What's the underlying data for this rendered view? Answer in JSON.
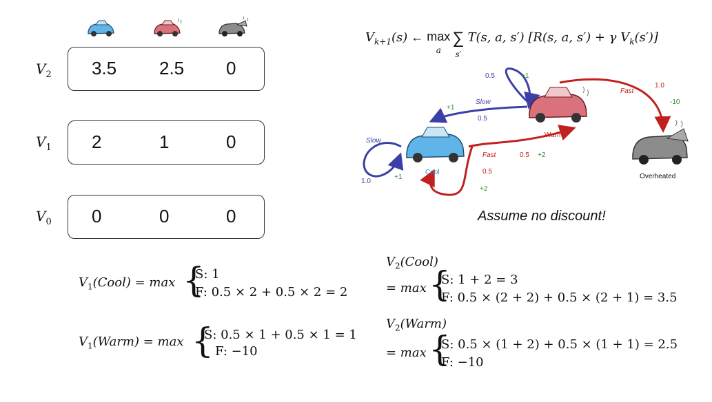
{
  "header_icons": [
    "cool-car-icon",
    "warm-car-icon",
    "overheated-car-icon"
  ],
  "rows": [
    {
      "label_var": "V",
      "label_sub": "2",
      "values": [
        "3.5",
        "2.5",
        "0"
      ]
    },
    {
      "label_var": "V",
      "label_sub": "1",
      "values": [
        "2",
        "1",
        "0"
      ]
    },
    {
      "label_var": "V",
      "label_sub": "0",
      "values": [
        "0",
        "0",
        "0"
      ]
    }
  ],
  "bellman": {
    "lhs": "V",
    "lhs_sub": "k+1",
    "lhs_arg": "(s)",
    "arrow": "←",
    "max": "max",
    "max_sub": "a",
    "sum_sub": "s′",
    "body": "T(s, a, s′) [R(s, a, s′) + γ V",
    "body_sub": "k",
    "body_end": "(s′)]"
  },
  "diagram": {
    "states": {
      "cool": "Cool",
      "warm": "Warm",
      "overheated": "Overheated"
    },
    "actions": {
      "slow": "Slow",
      "fast": "Fast"
    },
    "edges": {
      "cool_slow_prob": "1.0",
      "cool_slow_reward": "+1",
      "cool_fast_prob_warm": "0.5",
      "cool_fast_reward_warm": "+2",
      "cool_fast_prob_cool": "0.5",
      "cool_fast_reward_cool": "+2",
      "warm_slow_prob_warm": "0.5",
      "warm_slow_reward_warm": "+1",
      "warm_slow_prob_cool": "0.5",
      "warm_slow_reward_cool": "+1",
      "warm_fast_prob": "1.0",
      "warm_fast_reward": "-10"
    },
    "colors": {
      "slow": "#3b3fa8",
      "fast": "#c0201e",
      "prob": "#c0201e",
      "reward": "#2e8b2e"
    }
  },
  "note": "Assume no discount!",
  "equations": {
    "v1_cool": {
      "lhs": "V",
      "lhs_sub": "1",
      "lhs_arg": "(Cool) = max",
      "case1": "S: 1",
      "case2": "F: 0.5 × 2 + 0.5 × 2 = 2"
    },
    "v1_warm": {
      "lhs": "V",
      "lhs_sub": "1",
      "lhs_arg": "(Warm) = max",
      "case1": "S: 0.5 × 1 + 0.5 × 1 = 1",
      "case2": "F: −10"
    },
    "v2_cool": {
      "lhs": "V",
      "lhs_sub": "2",
      "lhs_arg": "(Cool)",
      "eqline": "= max",
      "case1": "S: 1 + 2 = 3",
      "case2": "F: 0.5 × (2 + 2) + 0.5 × (2 + 1) = 3.5"
    },
    "v2_warm": {
      "lhs": "V",
      "lhs_sub": "2",
      "lhs_arg": "(Warm)",
      "eqline": "= max",
      "case1": "S: 0.5 × (1 + 2) + 0.5 × (1 + 1) = 2.5",
      "case2": "F: −10"
    }
  }
}
